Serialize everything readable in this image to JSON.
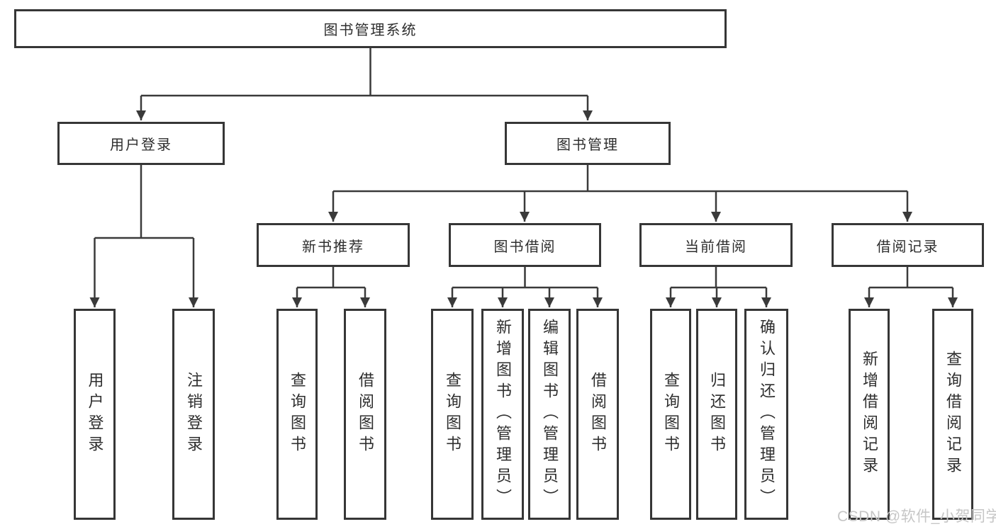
{
  "diagram": {
    "title": "图书管理系统",
    "tree": {
      "root": {
        "label": "图书管理系统"
      },
      "user_login": {
        "label": "用户登录",
        "children": [
          "用户登录",
          "注销登录"
        ]
      },
      "book_mgmt": {
        "label": "图书管理"
      },
      "new_book_rec": {
        "label": "新书推荐",
        "children": [
          "查询图书",
          "借阅图书"
        ]
      },
      "book_borrow": {
        "label": "图书借阅",
        "children": [
          "查询图书",
          "新增图书（管理员）",
          "编辑图书（管理员）",
          "借阅图书"
        ]
      },
      "current_borrow": {
        "label": "当前借阅",
        "children": [
          "查询图书",
          "归还图书",
          "确认归还（管理员）"
        ]
      },
      "borrow_record": {
        "label": "借阅记录",
        "children": [
          "新增借阅记录",
          "查询借阅记录"
        ]
      }
    }
  },
  "watermark": {
    "text": "CSDN @软件_小贺同学"
  },
  "colors": {
    "background": "#ffffff",
    "line": "#3a3a3a",
    "border": "#363636",
    "text": "#2e2e2e",
    "watermark": "#c6c6c6"
  }
}
